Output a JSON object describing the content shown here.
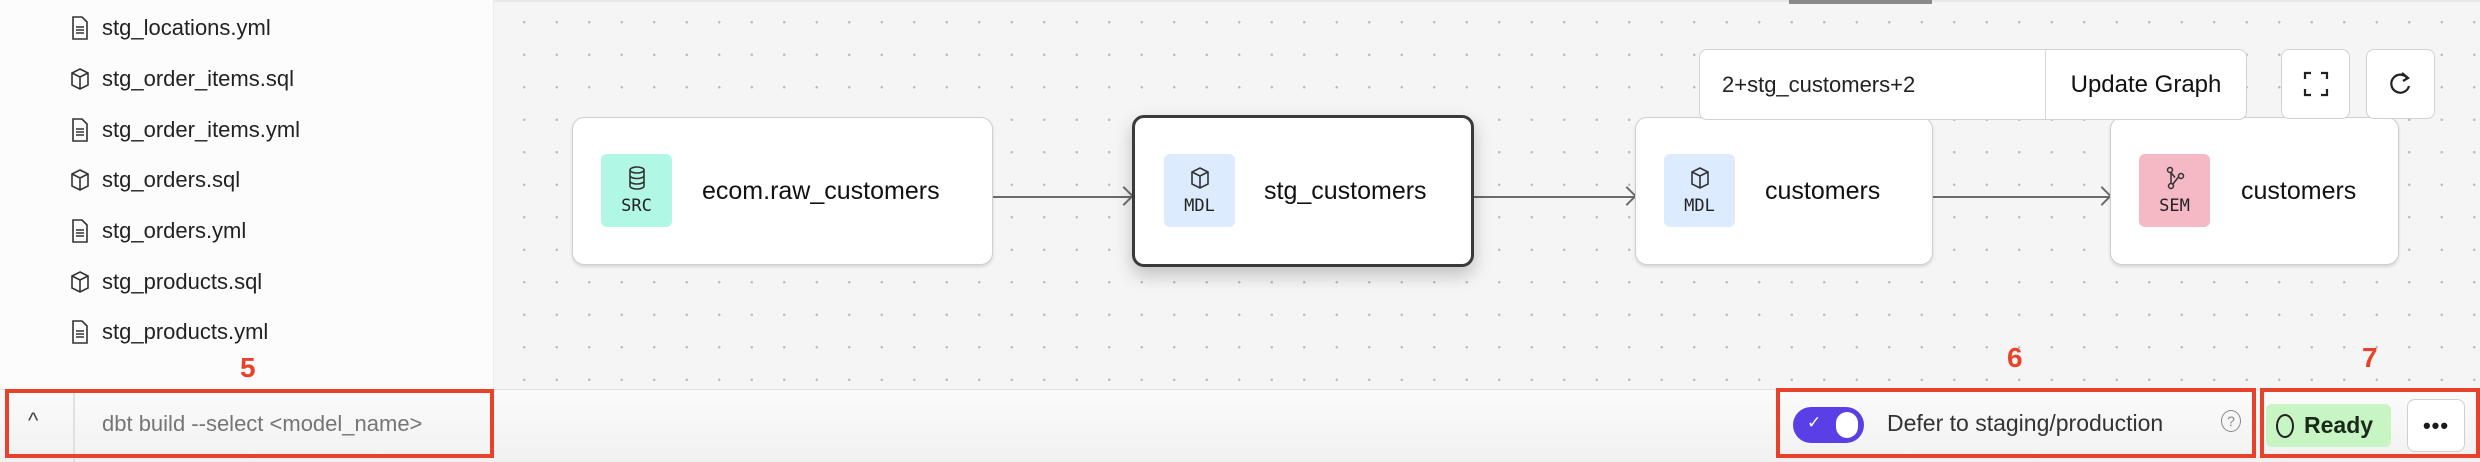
{
  "sidebar": {
    "files": [
      {
        "name": "stg_locations.yml",
        "icon": "file-text-icon"
      },
      {
        "name": "stg_order_items.sql",
        "icon": "cube-icon"
      },
      {
        "name": "stg_order_items.yml",
        "icon": "file-text-icon"
      },
      {
        "name": "stg_orders.sql",
        "icon": "cube-icon"
      },
      {
        "name": "stg_orders.yml",
        "icon": "file-text-icon"
      },
      {
        "name": "stg_products.sql",
        "icon": "cube-icon"
      },
      {
        "name": "stg_products.yml",
        "icon": "file-text-icon"
      }
    ]
  },
  "graph": {
    "selector_value": "2+stg_customers+2",
    "update_label": "Update Graph",
    "nodes": [
      {
        "label": "ecom.raw_customers",
        "badge": "SRC",
        "badge_color": "#b1f7e6",
        "icon": "database-icon"
      },
      {
        "label": "stg_customers",
        "badge": "MDL",
        "badge_color": "#dcebfd",
        "icon": "cube-icon",
        "selected": true
      },
      {
        "label": "customers",
        "badge": "MDL",
        "badge_color": "#dcebfd",
        "icon": "cube-icon"
      },
      {
        "label": "customers",
        "badge": "SEM",
        "badge_color": "#f4b9c5",
        "icon": "semantic-graph-icon"
      }
    ]
  },
  "bottom": {
    "command_placeholder": "dbt build --select <model_name>",
    "defer_label": "Defer to staging/production",
    "defer_enabled": true,
    "status": "Ready",
    "more_label": "•••"
  },
  "annotations": {
    "a5": "5",
    "a6": "6",
    "a7": "7"
  },
  "colors": {
    "accent": "#5b3fe6",
    "annotation": "#e8432a",
    "ready": "#c8f5c4"
  }
}
